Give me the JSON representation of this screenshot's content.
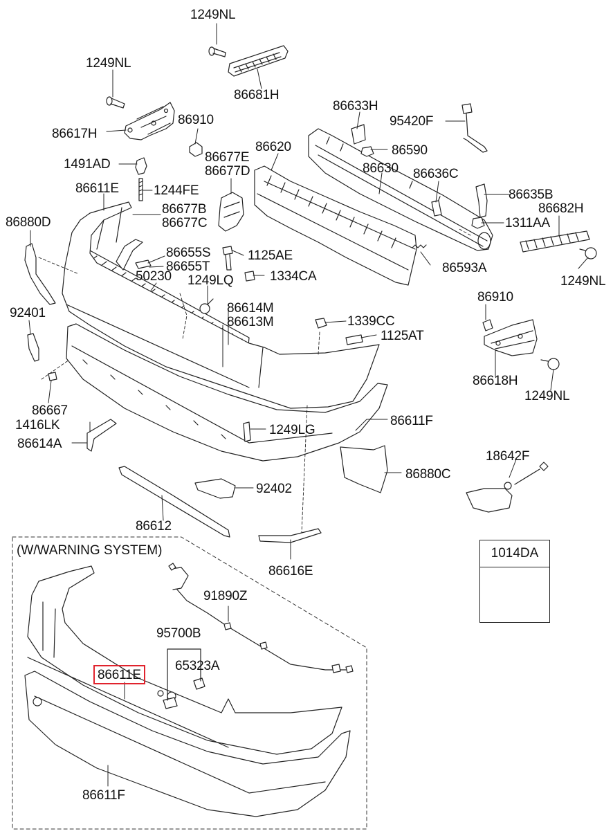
{
  "diagram": {
    "section_title": "(W/WARNING SYSTEM)",
    "legend_box_label": "1014DA",
    "labels": {
      "l_1249NL_top": "1249NL",
      "l_1249NL_a": "1249NL",
      "l_86681H": "86681H",
      "l_86617H": "86617H",
      "l_86910_a": "86910",
      "l_86633H": "86633H",
      "l_95420F": "95420F",
      "l_86620": "86620",
      "l_86590": "86590",
      "l_86677E": "86677E",
      "l_86677D": "86677D",
      "l_86630": "86630",
      "l_1491AD": "1491AD",
      "l_86636C": "86636C",
      "l_86611E_a": "86611E",
      "l_1244FE": "1244FE",
      "l_86635B": "86635B",
      "l_86682H": "86682H",
      "l_86880D": "86880D",
      "l_86677B": "86677B",
      "l_86677C": "86677C",
      "l_1311AA": "1311AA",
      "l_86655S": "86655S",
      "l_1125AE": "1125AE",
      "l_86655T": "86655T",
      "l_86593A": "86593A",
      "l_1249NL_b": "1249NL",
      "l_50230": "50230",
      "l_1249LQ": "1249LQ",
      "l_1334CA": "1334CA",
      "l_86910_b": "86910",
      "l_92401": "92401",
      "l_86614M": "86614M",
      "l_86613M": "86613M",
      "l_1339CC": "1339CC",
      "l_1125AT": "1125AT",
      "l_86618H": "86618H",
      "l_86667": "86667",
      "l_1249NL_c": "1249NL",
      "l_1416LK": "1416LK",
      "l_86611F_a": "86611F",
      "l_1249LG": "1249LG",
      "l_86614A": "86614A",
      "l_18642F": "18642F",
      "l_86880C": "86880C",
      "l_92402": "92402",
      "l_86612": "86612",
      "l_86616E": "86616E",
      "l_91890Z": "91890Z",
      "l_95700B": "95700B",
      "l_65323A": "65323A",
      "l_86611E_b": "86611E",
      "l_86611F_b": "86611F"
    }
  }
}
